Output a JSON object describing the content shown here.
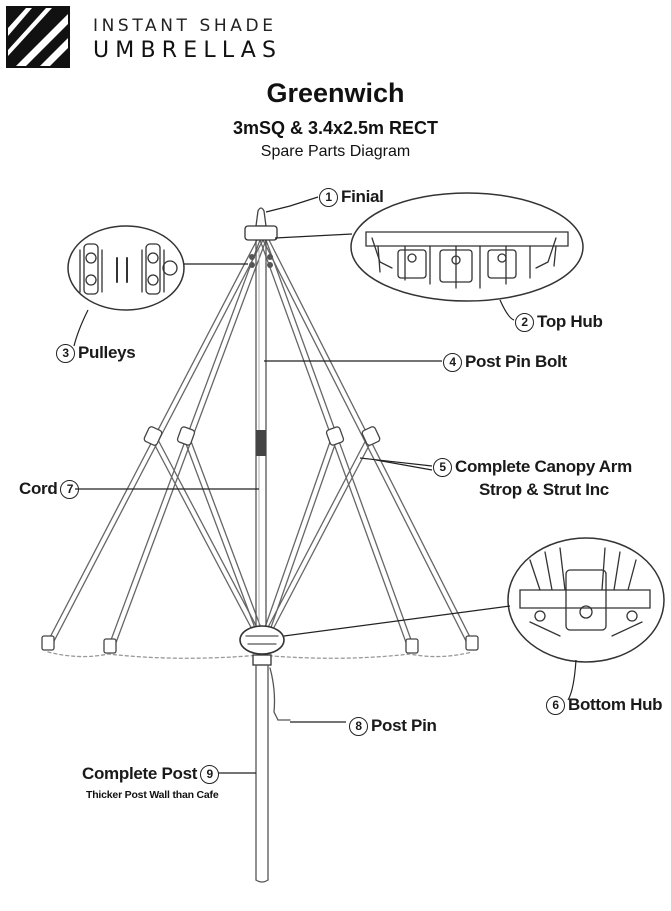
{
  "brand": {
    "line1": "INSTANT SHADE",
    "line2": "UMBRELLAS"
  },
  "header": {
    "title": "Greenwich",
    "subtitle": "3mSQ & 3.4x2.5m RECT",
    "description": "Spare Parts Diagram"
  },
  "parts": [
    {
      "number": "1",
      "label": "Finial"
    },
    {
      "number": "2",
      "label": "Top Hub"
    },
    {
      "number": "3",
      "label": "Pulleys"
    },
    {
      "number": "4",
      "label": "Post Pin Bolt"
    },
    {
      "number": "5",
      "label": "Complete Canopy Arm",
      "label2": "Strop & Strut Inc"
    },
    {
      "number": "6",
      "label": "Bottom Hub"
    },
    {
      "number": "7",
      "label": "Cord"
    },
    {
      "number": "8",
      "label": "Post Pin"
    },
    {
      "number": "9",
      "label": "Complete Post",
      "note": "Thicker Post Wall than Cafe"
    }
  ]
}
